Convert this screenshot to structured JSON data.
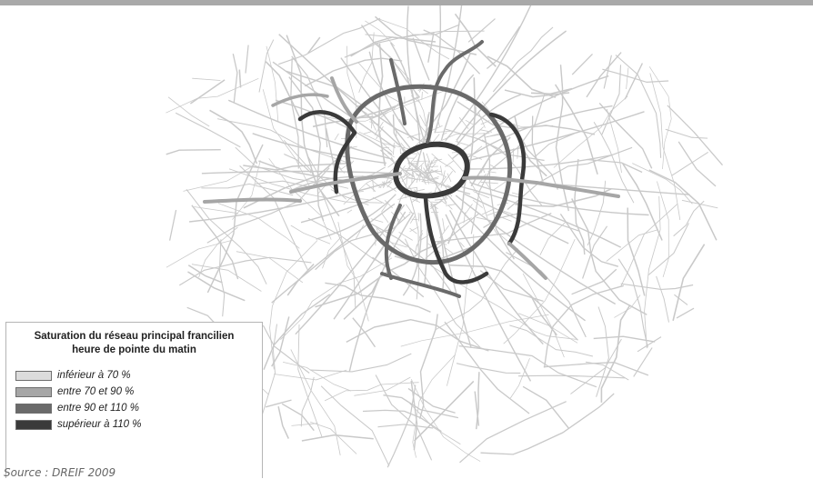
{
  "legend": {
    "title_line1": "Saturation du réseau principal francilien",
    "title_line2": "heure de pointe du matin",
    "items": [
      {
        "label": "inférieur à 70 %",
        "color": "#dcdcdc"
      },
      {
        "label": "entre 70 et 90 %",
        "color": "#a6a6a6"
      },
      {
        "label": "entre 90 et 110 %",
        "color": "#6a6a6a"
      },
      {
        "label": "supérieur à 110 %",
        "color": "#3a3a3a"
      }
    ]
  },
  "source": "Source : DREIF 2009",
  "colors": {
    "top_bar": "#a9a9a9",
    "road_light": "#c9c9c9",
    "road_mid": "#a6a6a6",
    "road_dark": "#6a6a6a",
    "road_darkest": "#3a3a3a"
  }
}
